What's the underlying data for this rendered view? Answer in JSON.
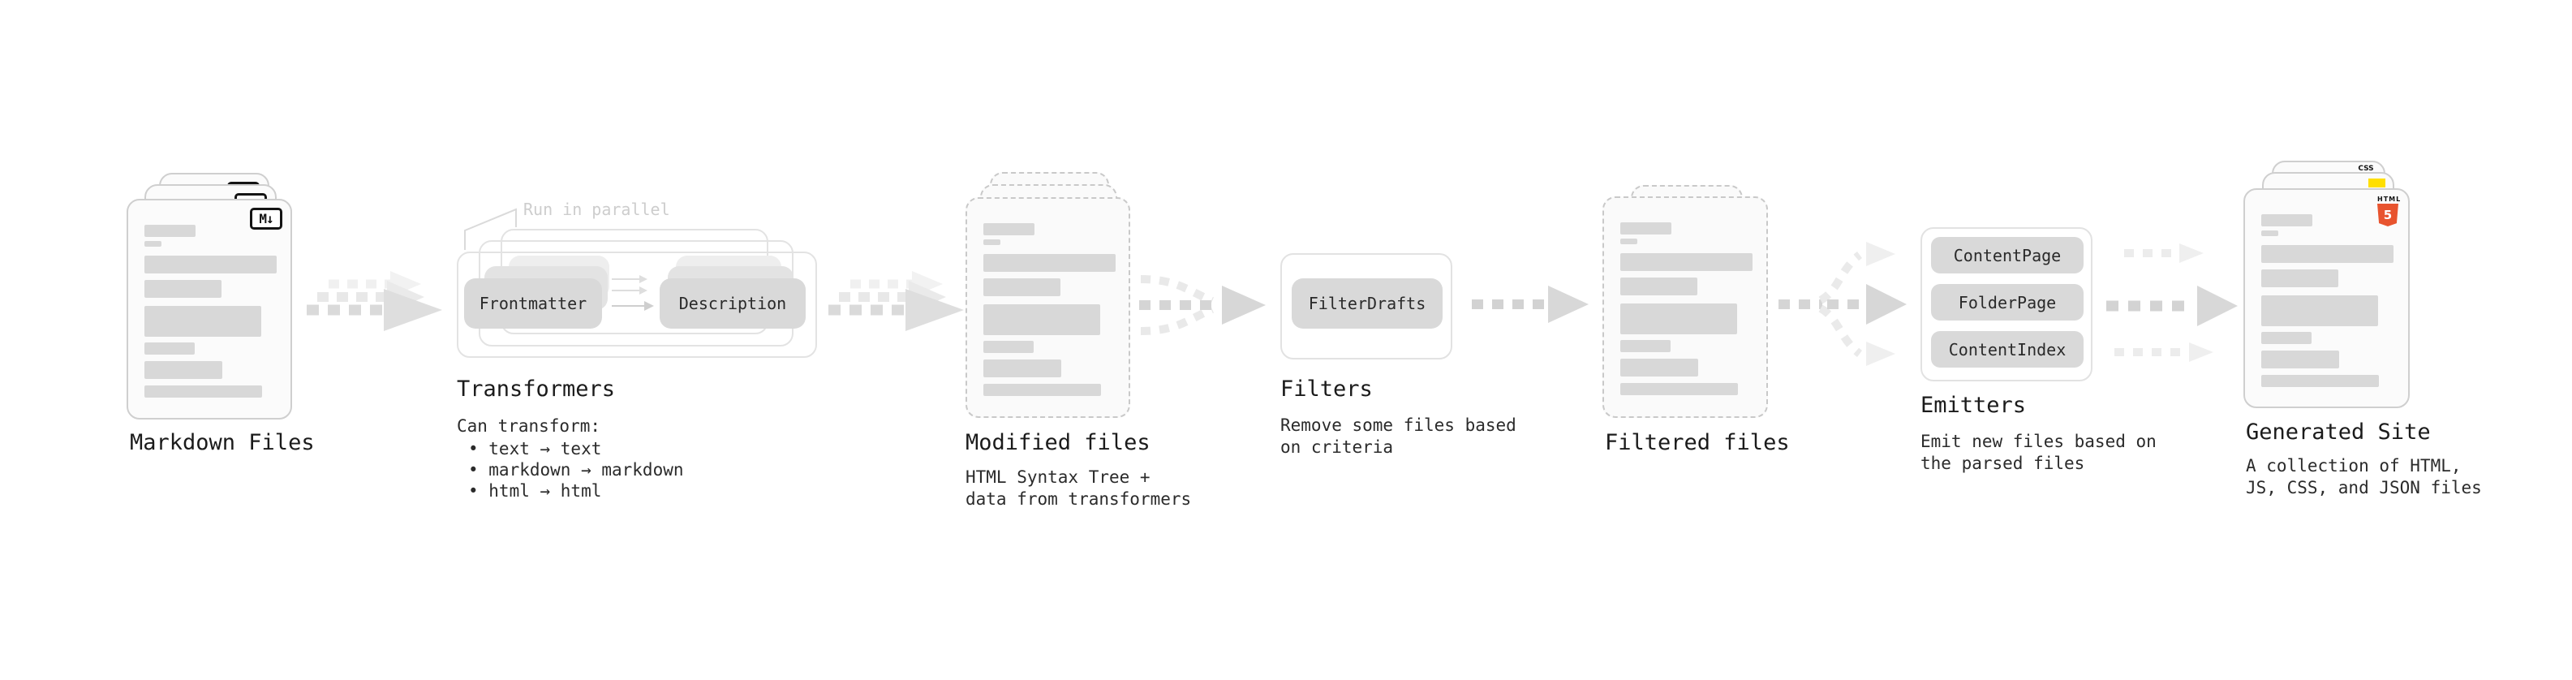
{
  "stages": {
    "markdown_files": {
      "label": "Markdown Files"
    },
    "transformers": {
      "label": "Transformers",
      "annotation": "Run in parallel",
      "pill_left": "Frontmatter",
      "pill_right": "Description",
      "desc_title": "Can transform:",
      "bullets": [
        "• text → text",
        "• markdown → markdown",
        "• html → html"
      ]
    },
    "modified_files": {
      "label": "Modified files",
      "desc1": "HTML Syntax Tree +",
      "desc2": "data from transformers"
    },
    "filters": {
      "label": "Filters",
      "pill": "FilterDrafts",
      "desc1": "Remove some files based",
      "desc2": "on criteria"
    },
    "filtered_files": {
      "label": "Filtered files"
    },
    "emitters": {
      "label": "Emitters",
      "pill1": "ContentPage",
      "pill2": "FolderPage",
      "pill3": "ContentIndex",
      "desc1": "Emit new files based on",
      "desc2": "the parsed files"
    },
    "generated_site": {
      "label": "Generated Site",
      "desc1": "A collection of HTML,",
      "desc2": "JS, CSS, and JSON files"
    }
  },
  "icons": {
    "markdown_badge": "M↓",
    "css_badge": "CSS",
    "html5_label": "HTML",
    "html5_number": "5"
  },
  "colors": {
    "html5_orange": "#e8542f",
    "js_yellow": "#ffdf00",
    "css_blue": "#2e6de4",
    "pill_fill": "#d9d9d9",
    "bar_fill": "#d8d8d8",
    "arrow_gray": "#d6d6d6",
    "annotation_gray": "#cdcdcd"
  }
}
